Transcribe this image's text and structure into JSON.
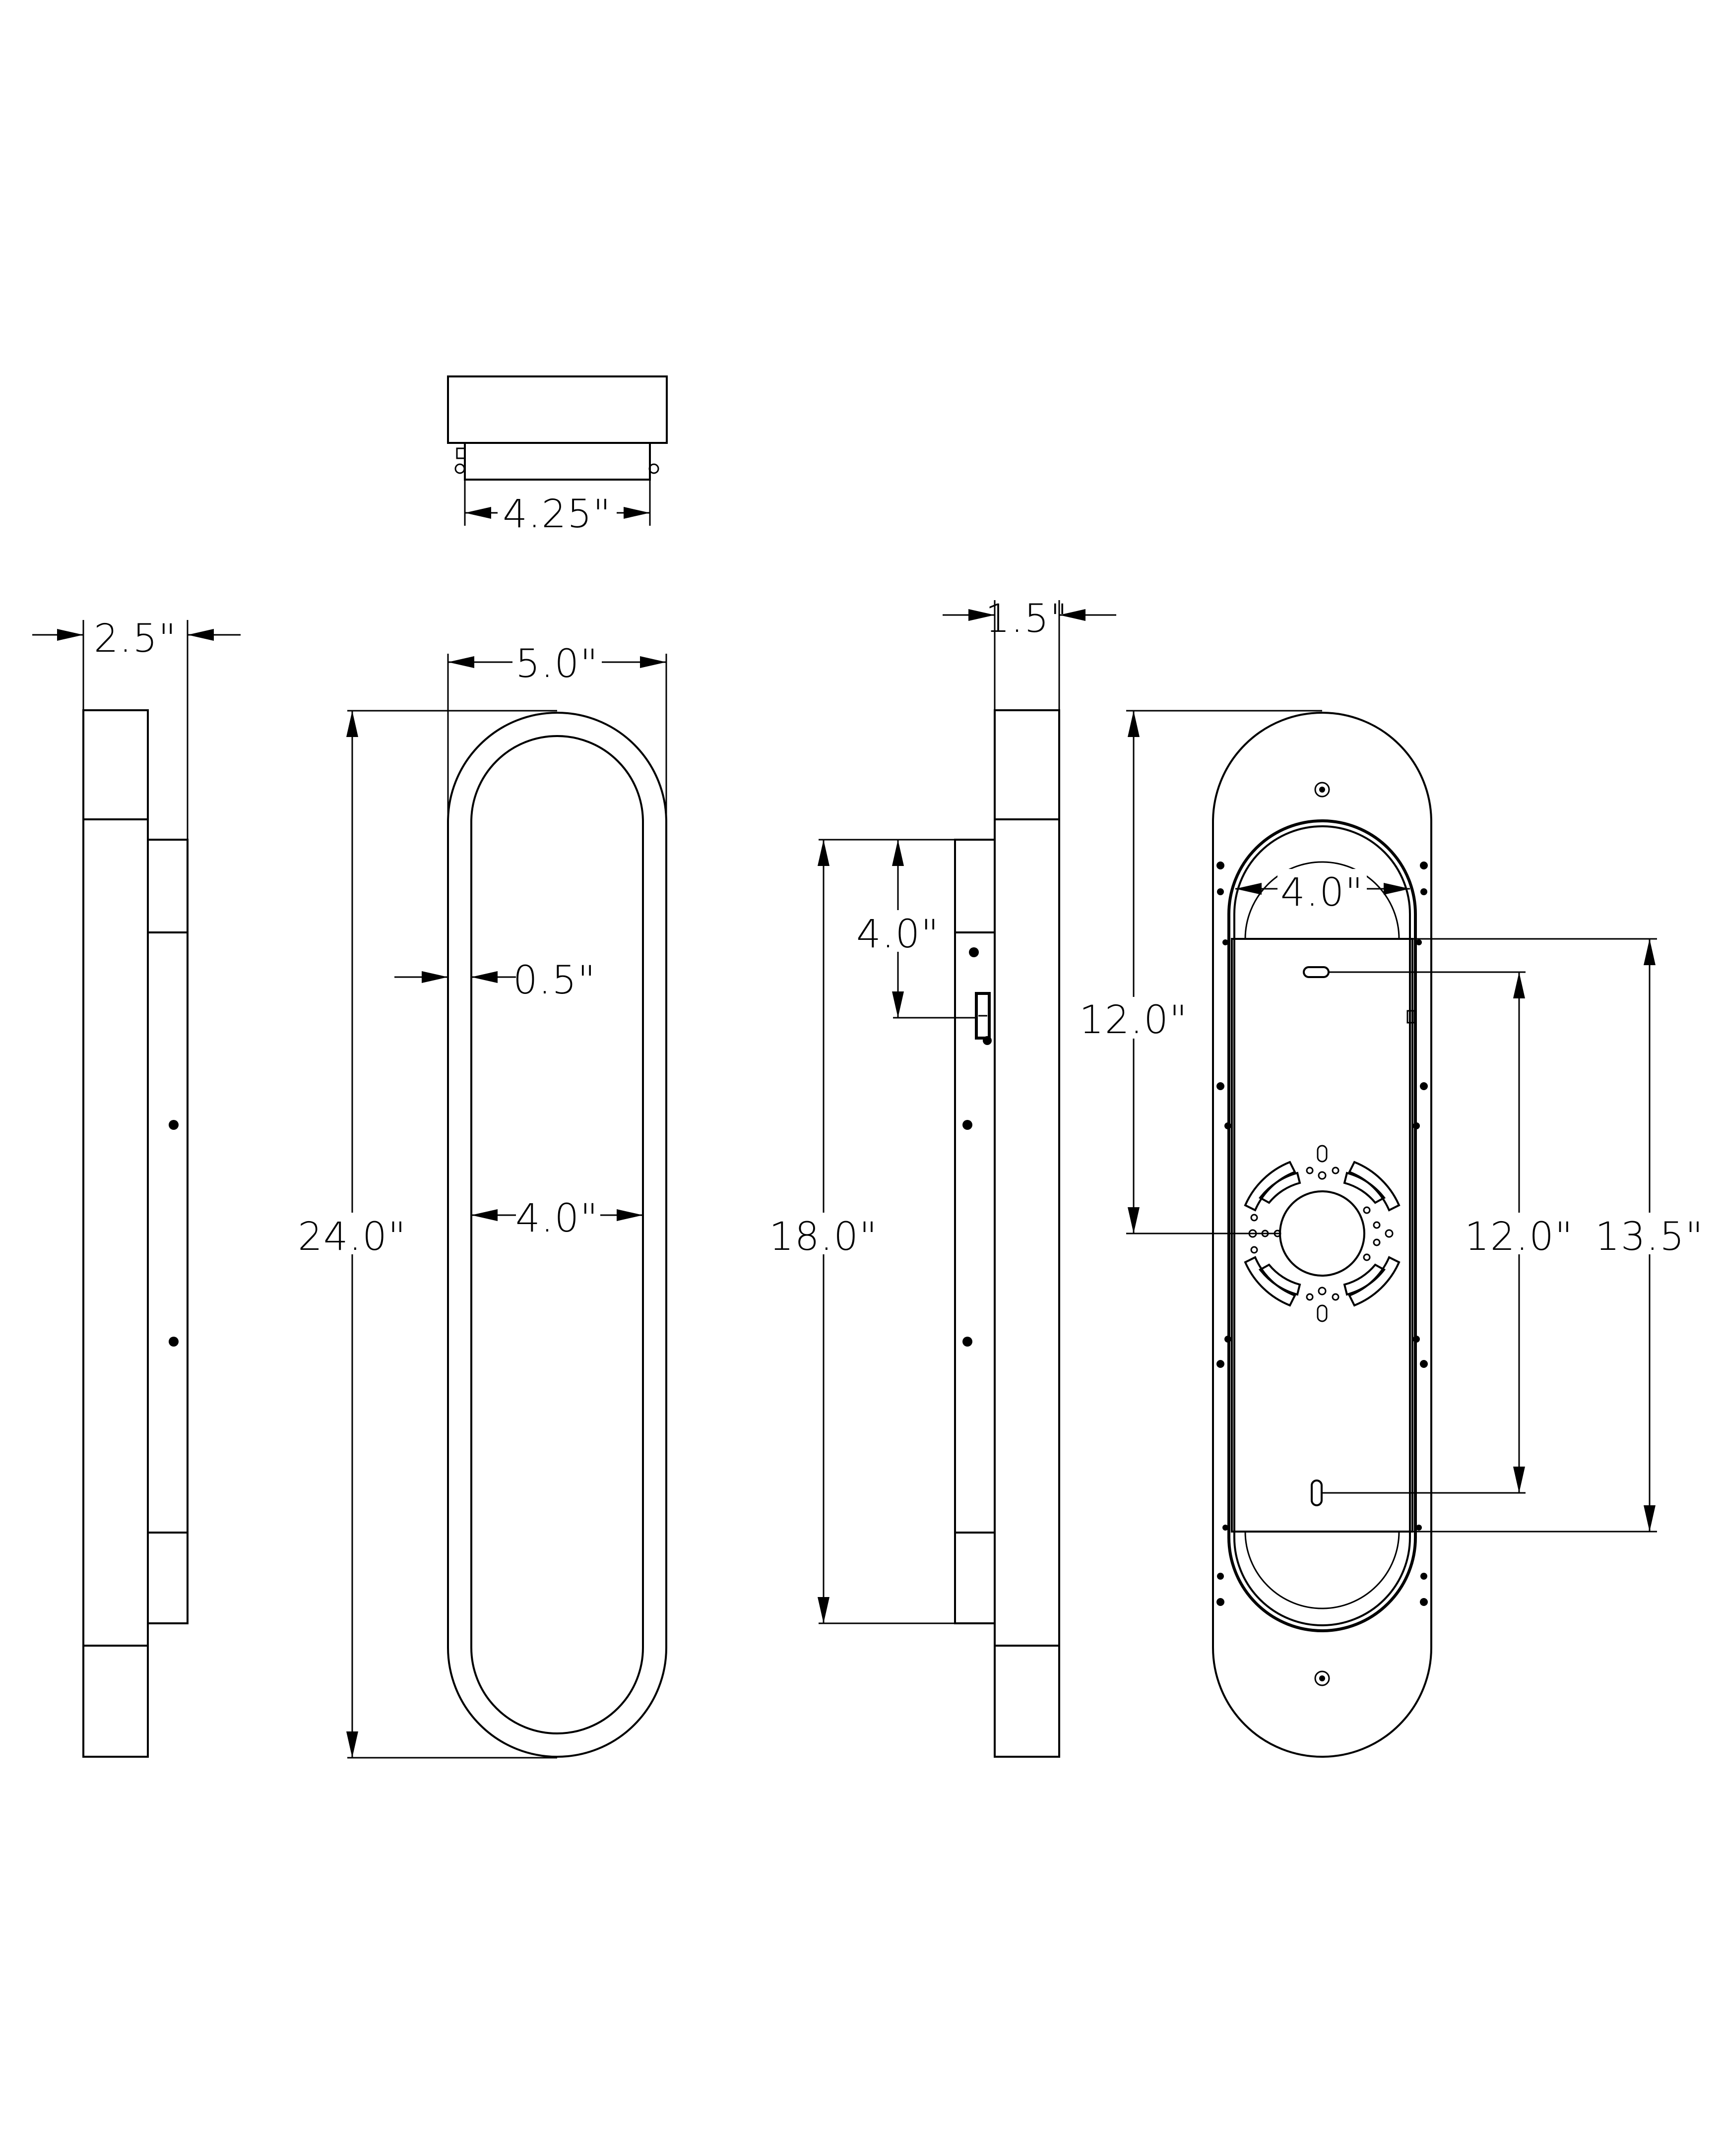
{
  "drawing": {
    "dimensions": {
      "top_width": "4.25\"",
      "side_depth": "2.5\"",
      "front_width": "5.0\"",
      "ring_thickness": "0.5\"",
      "inner_width": "4.0\"",
      "overall_height": "24.0\"",
      "side2_depth": "1.5\"",
      "bracket_offset": "4.0\"",
      "bracket_height": "18.0\"",
      "back_top_to_box": "12.0\"",
      "back_plate_width": "4.0\"",
      "back_slot_spacing": "12.0\"",
      "back_plate_height": "13.5\""
    }
  }
}
